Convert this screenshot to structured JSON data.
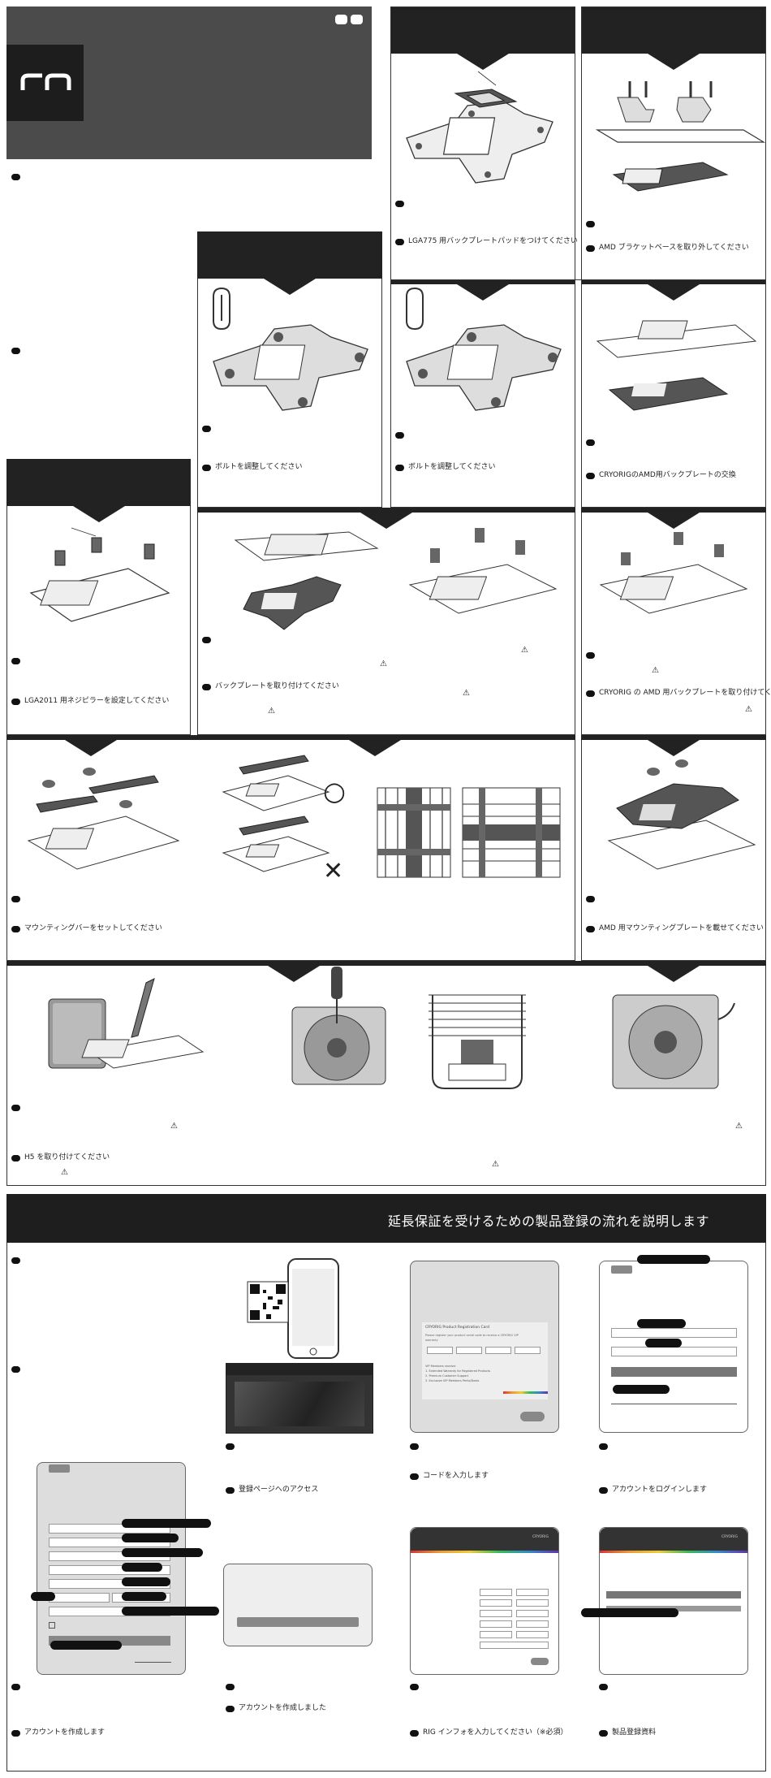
{
  "steps": {
    "s1": "LGA775 用バックプレートパッドをつけてください",
    "s2": "AMD ブラケットベースを取り外してください",
    "s3": "ボルトを調整してください",
    "s4": "ボルトを調整してください",
    "s5": "CRYORIGのAMD用バックプレートの交換",
    "s6": "LGA2011 用ネジピラーを設定してください",
    "s7": "バックプレートを取り付けてください",
    "s8": "CRYORIG の AMD 用バックプレートを取り付けてください",
    "s9": "マウンティングバーをセットしてください",
    "s10": "AMD 用マウンティングプレートを載せてください",
    "s11": "H5 を取り付けてください"
  },
  "registration": {
    "banner_title": "延長保証を受けるための製品登録の流れを説明します",
    "r1": "登録ページへのアクセス",
    "r2": "コードを入力します",
    "r3": "アカウントをログインします",
    "r4": "アカウントを作成しました",
    "r5": "アカウントを作成します",
    "r6": "RIG インフォを入力してください（※必須）",
    "r7": "製品登録資料",
    "card_title": "CRYORIG Product Registration Card",
    "card_text1": "Please register your product serial code to receive a CRYORIG VIP",
    "card_text2": "warranty",
    "card_list": [
      "VIP Members receive:",
      "1. Extended Warranty for Registered Products",
      "2. Premium Customer Support",
      "3. Exclusive VIP Members Perks/Deals"
    ],
    "brand": "CRYORIG"
  },
  "icons": {
    "logo": "cryorig-logo-icon",
    "warning": "warning-triangle-icon",
    "ok": "circle-ok-icon",
    "ng": "cross-ng-icon"
  },
  "symbols": {
    "warning": "⚠",
    "circle": "○",
    "cross": "✕",
    "footnote": "※"
  },
  "colors": {
    "dark": "#222222",
    "header_gray": "#4a4a4a"
  }
}
